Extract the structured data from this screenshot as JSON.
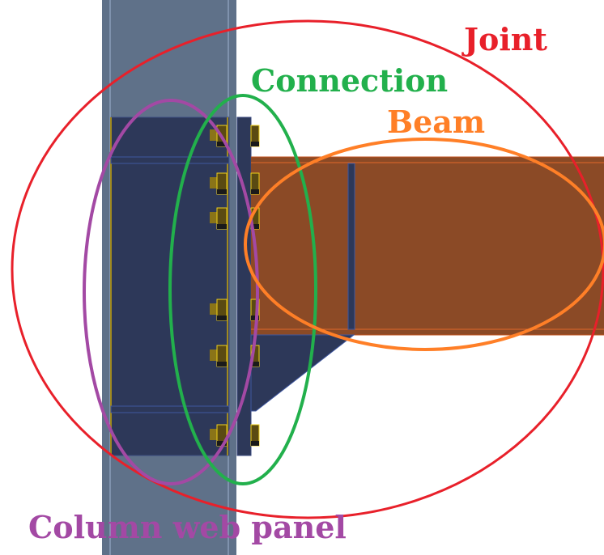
{
  "labels": {
    "joint": "Joint",
    "connection": "Connection",
    "beam": "Beam",
    "column_web_panel": "Column web panel"
  },
  "colors": {
    "joint": "#e8202a",
    "connection": "#22b04c",
    "beam": "#ff7f27",
    "column_web_panel": "#a349a4",
    "column": "#5f7189",
    "panel": "#2d3859",
    "beam_fill": "#8b4a26",
    "bolt": "#5a4a12"
  },
  "bolt_count_per_row": 6
}
